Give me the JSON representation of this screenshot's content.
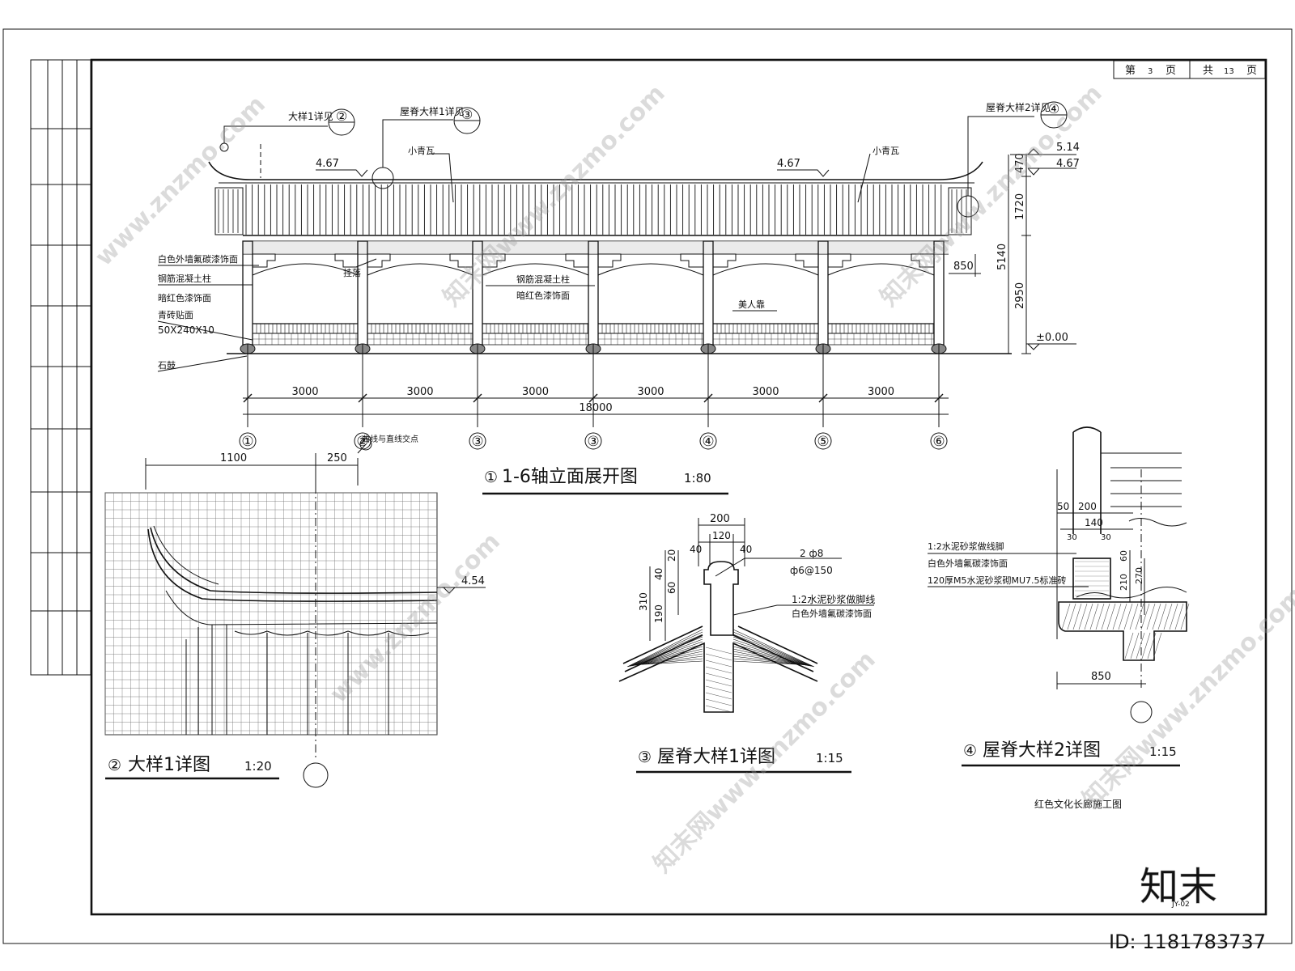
{
  "page_header": {
    "page_label": "第",
    "page_no": "3",
    "page_unit": "页",
    "total_label": "共",
    "total_no": "13",
    "total_unit": "页"
  },
  "elevation": {
    "title_no": "①",
    "title": "1-6轴立面展开图",
    "scale": "1:80",
    "callouts": {
      "detail1_ref": "大样1详见",
      "detail1_circle": "②",
      "ridge1_ref": "屋脊大样1详见",
      "ridge1_circle": "③",
      "ridge2_ref": "屋脊大样2详见",
      "ridge2_circle": "④"
    },
    "labels": {
      "tile_left": "小青瓦",
      "tile_right": "小青瓦",
      "wall_finish": "白色外墙氟碳漆饰面",
      "rc_column_left": "钢筋混凝土柱",
      "red_paint_left": "暗红色漆饰面",
      "brick_face": "青砖贴面",
      "brick_size": "50X240X10",
      "stone_drum": "石鼓",
      "lintel": "挂落",
      "rc_column_mid": "钢筋混凝土柱",
      "red_paint_mid": "暗红色漆饰面",
      "bench": "美人靠"
    },
    "levels": {
      "ridge_left": "4.67",
      "ridge_mid": "4.67",
      "top": "5.14",
      "eave": "4.67",
      "ground": "±0.00"
    },
    "vertical_dims": {
      "d470": "470",
      "d1720": "1720",
      "d5140": "5140",
      "d2950": "2950",
      "d850": "850"
    },
    "spans": [
      "3000",
      "3000",
      "3000",
      "3000",
      "3000",
      "3000"
    ],
    "total_span": "18000",
    "axes": [
      "①",
      "②",
      "③",
      "③",
      "④",
      "⑤",
      "⑥"
    ]
  },
  "detail1": {
    "title_no": "②",
    "title": "大样1详图",
    "scale": "1:20",
    "dim_1100": "1100",
    "dim_250": "250",
    "note": "曲线与直线交点",
    "level": "4.54"
  },
  "detail3": {
    "title_no": "③",
    "title": "屋脊大样1详图",
    "scale": "1:15",
    "dims": {
      "w200": "200",
      "w120": "120",
      "w40a": "40",
      "w40b": "40",
      "h20": "20",
      "h40": "40",
      "h60": "60",
      "h190": "190",
      "h310": "310"
    },
    "notes": {
      "rebar": "2 ф8",
      "stirrup": "ф6@150",
      "mortar": "1:2水泥砂浆做脚线",
      "finish": "白色外墙氟碳漆饰面"
    }
  },
  "detail4": {
    "title_no": "④",
    "title": "屋脊大样2详图",
    "scale": "1:15",
    "dims": {
      "w50": "50",
      "w200": "200",
      "w140": "140",
      "w30a": "30",
      "w30b": "30",
      "h60": "60",
      "h210": "210",
      "h270": "270",
      "w850": "850"
    },
    "notes": {
      "mortar": "1:2水泥砂浆做线脚",
      "finish": "白色外墙氟碳漆饰面",
      "wall": "120厚M5水泥砂浆砌MU7.5标准砖"
    }
  },
  "project_name": "红色文化长廊施工图",
  "sheet_code": "JY-02",
  "watermark": {
    "brand": "知末",
    "id": "ID: 1181783737",
    "site": "www.znzmo.com",
    "cn_site": "知末网www.znzmo.com"
  }
}
